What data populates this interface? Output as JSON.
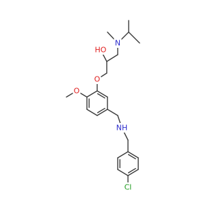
{
  "molecule": {
    "atoms": [
      {
        "id": "n_isopropyl",
        "label": "N",
        "color": "#2b2bcc"
      },
      {
        "id": "o_hydroxyl",
        "label": "HO",
        "color": "#e02020"
      },
      {
        "id": "o_ether",
        "label": "O",
        "color": "#e02020"
      },
      {
        "id": "o_methoxy",
        "label": "O",
        "color": "#e02020"
      },
      {
        "id": "n_amine",
        "label": "NH",
        "color": "#2b2bcc"
      },
      {
        "id": "cl",
        "label": "Cl",
        "color": "#1f9d1f"
      }
    ],
    "bond_color": "#3a3a3a"
  }
}
